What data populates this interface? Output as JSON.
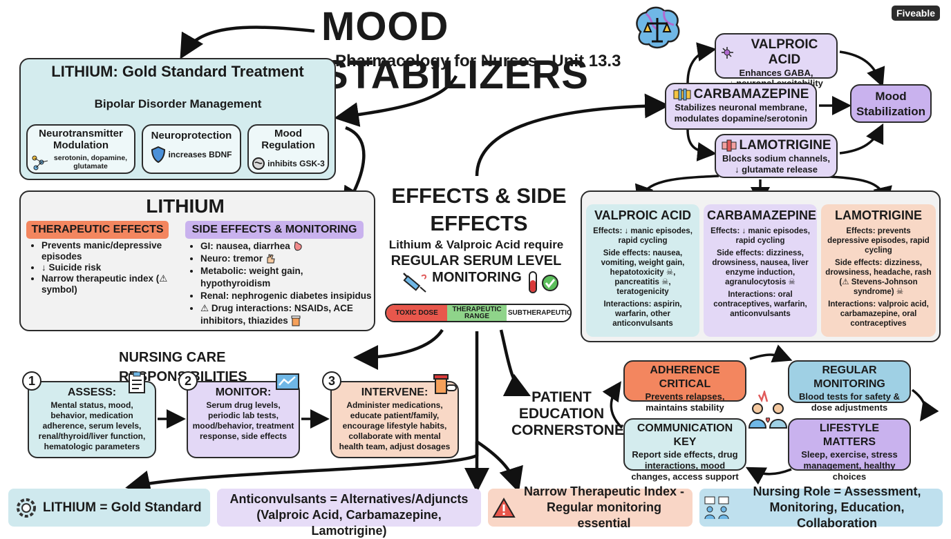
{
  "header": {
    "title": "MOOD STABILIZERS",
    "subtitle": "Pharmacology for Nurses - Unit 13.3",
    "brand": "Fiveable",
    "brain_icon": "brain-scale-icon"
  },
  "lithium_gold": {
    "title": "LITHIUM: Gold Standard Treatment",
    "management": "Bipolar Disorder Management",
    "mechanisms": [
      {
        "title": "Neurotransmitter Modulation",
        "detail": "serotonin, dopamine, glutamate",
        "icon": "molecule-icon"
      },
      {
        "title": "Neuroprotection",
        "detail": "increases BDNF",
        "icon": "shield-icon"
      },
      {
        "title": "Mood Regulation",
        "detail": "inhibits GSK-3",
        "icon": "brain-icon"
      }
    ]
  },
  "anticonvulsant_mech": {
    "valproic": {
      "title": "VALPROIC ACID",
      "line1": "Enhances GABA,",
      "line2": "↓ neuronal excitability"
    },
    "carbamazepine": {
      "title": "CARBAMAZEPINE",
      "line1": "Stabilizes neuronal membrane,",
      "line2": "modulates dopamine/serotonin"
    },
    "lamotrigine": {
      "title": "LAMOTRIGINE",
      "line1": "Blocks sodium channels,",
      "line2": "↓ glutamate release"
    },
    "outcome": "Mood Stabilization"
  },
  "effects_heading": "EFFECTS & SIDE EFFECTS",
  "lithium_effects": {
    "title": "LITHIUM",
    "therapeutic_heading": "THERAPEUTIC EFFECTS",
    "therapeutic": [
      "Prevents manic/depressive episodes",
      "↓ Suicide risk",
      "Narrow therapeutic index (⚠ symbol)"
    ],
    "side_heading": "SIDE EFFECTS & MONITORING",
    "side": [
      "GI: nausea, diarrhea",
      "Neuro: tremor",
      "Metabolic: weight gain, hypothyroidism",
      "Renal: nephrogenic diabetes insipidus",
      "⚠ Drug interactions: NSAIDs, ACE inhibitors, thiazides"
    ]
  },
  "monitoring": {
    "line1": "Lithium & Valproic Acid require",
    "line2": "REGULAR SERUM LEVEL",
    "line3": "MONITORING",
    "range": {
      "toxic": "TOXIC DOSE",
      "therapeutic": "THERAPEUTIC RANGE",
      "sub": "SUBTHERAPEUTIC"
    },
    "colors": {
      "toxic": "#e8574c",
      "therapeutic": "#8fd48a",
      "sub": "#ffffff"
    }
  },
  "drug_cards": [
    {
      "title": "VALPROIC ACID",
      "effects": "Effects: ↓ manic episodes, rapid cycling",
      "side": "Side effects: nausea, vomiting, weight gain, hepatotoxicity ☠, pancreatitis ☠, teratogenicity",
      "interactions": "Interactions: aspirin, warfarin, other anticonvulsants"
    },
    {
      "title": "CARBAMAZEPINE",
      "effects": "Effects: ↓ manic episodes, rapid cycling",
      "side": "Side effects: dizziness, drowsiness, nausea, liver enzyme induction, agranulocytosis ☠",
      "interactions": "Interactions: oral contraceptives, warfarin, anticonvulsants"
    },
    {
      "title": "LAMOTRIGINE",
      "effects": "Effects: prevents depressive episodes, rapid cycling",
      "side": "Side effects: dizziness, drowsiness, headache, rash (⚠ Stevens-Johnson syndrome) ☠",
      "interactions": "Interactions: valproic acid, carbamazepine, oral contraceptives"
    }
  ],
  "nursing": {
    "heading": "NURSING CARE RESPONSIBILITIES",
    "steps": [
      {
        "num": "1",
        "title": "ASSESS:",
        "text": "Mental status, mood, behavior, medication adherence, serum levels, renal/thyroid/liver function, hematologic parameters",
        "icon": "clipboard-icon"
      },
      {
        "num": "2",
        "title": "MONITOR:",
        "text": "Serum drug levels, periodic lab tests, mood/behavior, treatment response, side effects",
        "icon": "monitor-chart-icon"
      },
      {
        "num": "3",
        "title": "INTERVENE:",
        "text": "Administer medications, educate patient/family, encourage lifestyle habits, collaborate with mental health team, adjust dosages",
        "icon": "medication-icon"
      }
    ]
  },
  "education": {
    "heading": "PATIENT EDUCATION CORNERSTONE",
    "adherence": {
      "title": "ADHERENCE CRITICAL",
      "text": "Prevents relapses, maintains stability"
    },
    "monitoring": {
      "title": "REGULAR MONITORING",
      "text": "Blood tests for safety & dose adjustments"
    },
    "communication": {
      "title": "COMMUNICATION KEY",
      "text": "Report side effects, drug interactions, mood changes, access support"
    },
    "lifestyle": {
      "title": "LIFESTYLE MATTERS",
      "text": "Sleep, exercise, stress management, healthy choices"
    }
  },
  "summary": [
    {
      "text": "LITHIUM = Gold Standard",
      "icon": "gear-brain-icon",
      "color": "#cfe9ee"
    },
    {
      "text": "Anticonvulsants = Alternatives/Adjuncts (Valproic Acid, Carbamazepine, Lamotrigine)",
      "icon": "",
      "color": "#e6dcf7"
    },
    {
      "text": "Narrow Therapeutic Index - Regular monitoring essential",
      "icon": "warning-icon",
      "color": "#f9d6c6"
    },
    {
      "text": "Nursing Role = Assessment, Monitoring, Education, Collaboration",
      "icon": "nursing-team-icon",
      "color": "#bfe0ee"
    }
  ],
  "colors": {
    "teal": "#d4ecee",
    "lavender": "#e3d8f6",
    "purple": "#c9b2ee",
    "peach": "#f8d8c6",
    "salmon": "#f3865f",
    "blue": "#9fd0e4",
    "light_gray": "#f2f2f2"
  }
}
